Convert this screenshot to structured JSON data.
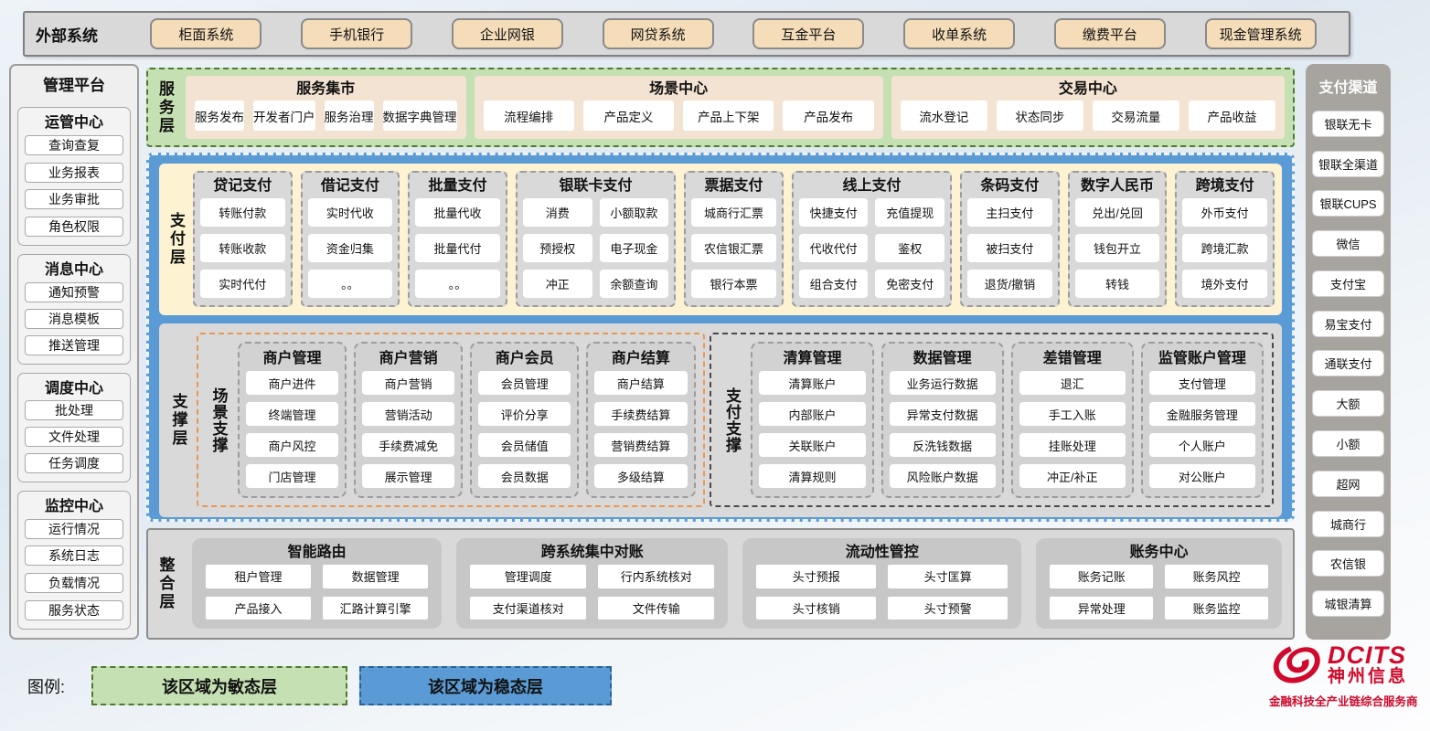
{
  "external_systems": {
    "label": "外部系统",
    "items": [
      "柜面系统",
      "手机银行",
      "企业网银",
      "网贷系统",
      "互金平台",
      "收单系统",
      "缴费平台",
      "现金管理系统"
    ]
  },
  "management_platform": {
    "title": "管理平台",
    "groups": [
      {
        "title": "运管中心",
        "items": [
          "查询查复",
          "业务报表",
          "业务审批",
          "角色权限"
        ]
      },
      {
        "title": "消息中心",
        "items": [
          "通知预警",
          "消息模板",
          "推送管理"
        ]
      },
      {
        "title": "调度中心",
        "items": [
          "批处理",
          "文件处理",
          "任务调度"
        ]
      },
      {
        "title": "监控中心",
        "items": [
          "运行情况",
          "系统日志",
          "负载情况",
          "服务状态"
        ]
      }
    ]
  },
  "service_layer": {
    "label": "服务层",
    "groups": [
      {
        "title": "服务集市",
        "items": [
          "服务发布",
          "开发者门户",
          "服务治理",
          "数据字典管理"
        ]
      },
      {
        "title": "场景中心",
        "items": [
          "流程编排",
          "产品定义",
          "产品上下架",
          "产品发布"
        ]
      },
      {
        "title": "交易中心",
        "items": [
          "流水登记",
          "状态同步",
          "交易流量",
          "产品收益"
        ]
      }
    ]
  },
  "payment_layer": {
    "label": "支付层",
    "columns": [
      {
        "title": "贷记支付",
        "items": [
          "转账付款",
          "转账收款",
          "实时代付"
        ]
      },
      {
        "title": "借记支付",
        "items": [
          "实时代收",
          "资金归集",
          "。。"
        ]
      },
      {
        "title": "批量支付",
        "items": [
          "批量代收",
          "批量代付",
          "。。"
        ]
      },
      {
        "title": "银联卡支付",
        "items": [
          "消费",
          "小额取款",
          "预授权",
          "电子现金",
          "冲正",
          "余额查询"
        ]
      },
      {
        "title": "票据支付",
        "items": [
          "城商行汇票",
          "农信银汇票",
          "银行本票"
        ]
      },
      {
        "title": "线上支付",
        "items": [
          "快捷支付",
          "充值提现",
          "代收代付",
          "鉴权",
          "组合支付",
          "免密支付"
        ]
      },
      {
        "title": "条码支付",
        "items": [
          "主扫支付",
          "被扫支付",
          "退货/撤销"
        ]
      },
      {
        "title": "数字人民币",
        "items": [
          "兑出/兑回",
          "钱包开立",
          "转钱"
        ]
      },
      {
        "title": "跨境支付",
        "items": [
          "外币支付",
          "跨境汇款",
          "境外支付"
        ]
      }
    ]
  },
  "support_layer": {
    "label": "支撑层",
    "scene": {
      "label": "场景支撑",
      "columns": [
        {
          "title": "商户管理",
          "items": [
            "商户进件",
            "终端管理",
            "商户风控",
            "门店管理"
          ]
        },
        {
          "title": "商户营销",
          "items": [
            "商户营销",
            "营销活动",
            "手续费减免",
            "展示管理"
          ]
        },
        {
          "title": "商户会员",
          "items": [
            "会员管理",
            "评价分享",
            "会员储值",
            "会员数据"
          ]
        },
        {
          "title": "商户结算",
          "items": [
            "商户结算",
            "手续费结算",
            "营销费结算",
            "多级结算"
          ]
        }
      ]
    },
    "payment": {
      "label": "支付支撑",
      "columns": [
        {
          "title": "清算管理",
          "items": [
            "清算账户",
            "内部账户",
            "关联账户",
            "清算规则"
          ]
        },
        {
          "title": "数据管理",
          "items": [
            "业务运行数据",
            "异常支付数据",
            "反洗钱数据",
            "风险账户数据"
          ]
        },
        {
          "title": "差错管理",
          "items": [
            "退汇",
            "手工入账",
            "挂账处理",
            "冲正/补正"
          ]
        },
        {
          "title": "监管账户管理",
          "items": [
            "支付管理",
            "金融服务管理",
            "个人账户",
            "对公账户"
          ]
        }
      ]
    }
  },
  "integration_layer": {
    "label": "整合层",
    "groups": [
      {
        "title": "智能路由",
        "items": [
          "租户管理",
          "数据管理",
          "产品接入",
          "汇路计算引擎"
        ]
      },
      {
        "title": "跨系统集中对账",
        "items": [
          "管理调度",
          "行内系统核对",
          "支付渠道核对",
          "文件传输"
        ]
      },
      {
        "title": "流动性管控",
        "items": [
          "头寸预报",
          "头寸匡算",
          "头寸核销",
          "头寸预警"
        ]
      },
      {
        "title": "账务中心",
        "items": [
          "账务记账",
          "账务风控",
          "异常处理",
          "账务监控"
        ]
      }
    ]
  },
  "payment_channels": {
    "title": "支付渠道",
    "items": [
      "银联无卡",
      "银联全渠道",
      "银联CUPS",
      "微信",
      "支付宝",
      "易宝支付",
      "通联支付",
      "大额",
      "小额",
      "超网",
      "城商行",
      "农信银",
      "城银清算"
    ]
  },
  "legend": {
    "label": "图例:",
    "agile_label": "该区域为敏态层",
    "stable_label": "该区域为稳态层"
  },
  "logo": {
    "brand": "DCITS",
    "company": "神州信息",
    "tagline": "金融科技全产业链综合服务商"
  },
  "colors": {
    "agile_green": "#c5e0b3",
    "stable_blue": "#5b9bd5",
    "panel_gray": "#d9d9d9",
    "button_tan": "#f5ddba",
    "payment_cream": "#fdf2d1",
    "scene_border_orange": "#e8994f",
    "brand_red": "#cf0a2c"
  }
}
